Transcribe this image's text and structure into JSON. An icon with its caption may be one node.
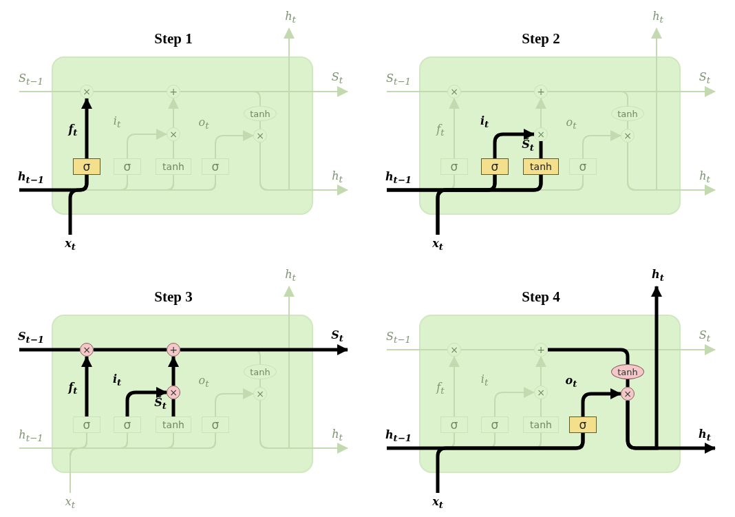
{
  "diagram": {
    "nodes": [
      {
        "text": [
          "Step 1"
        ]
      },
      {
        "text": [
          "h$_{t}$"
        ]
      },
      {
        "text": [
          "S$_{t−1}$"
        ]
      },
      {
        "text": [
          "S$_{t}$"
        ]
      },
      {
        "text": [
          "×"
        ],
        "in": 0
      },
      {
        "text": [
          "+"
        ],
        "in": 0
      },
      {
        "text": [
          "tanh"
        ],
        "in": 0
      },
      {
        "text": [
          "×"
        ],
        "in": 0
      },
      {
        "text": [
          "×"
        ],
        "in": 0
      },
      {
        "text": [
          "σ"
        ],
        "in": 0
      },
      {
        "text": [
          "σ"
        ],
        "in": 0
      },
      {
        "text": [
          "tanh"
        ],
        "in": 0
      },
      {
        "text": [
          "σ"
        ],
        "in": 0
      },
      {
        "text": [
          "h$_{t−1}$"
        ]
      },
      {
        "text": [
          "h$_{t}$"
        ]
      },
      {
        "text": [
          "x$_{t}$"
        ]
      },
      {
        "text": [
          "Step 2"
        ]
      },
      {
        "text": [
          "h$_{t}$"
        ]
      },
      {
        "text": [
          "S$_{t−1}$"
        ]
      },
      {
        "text": [
          "S$_{t}$"
        ]
      },
      {
        "text": [
          "×"
        ],
        "in": 16
      },
      {
        "text": [
          "+"
        ],
        "in": 16
      },
      {
        "text": [
          "tanh"
        ],
        "in": 16
      },
      {
        "text": [
          "×"
        ],
        "in": 16
      },
      {
        "text": [
          "×"
        ],
        "in": 16
      },
      {
        "text": [
          "σ"
        ],
        "in": 16
      },
      {
        "text": [
          "σ"
        ],
        "in": 16
      },
      {
        "text": [
          "tanh"
        ],
        "in": 16
      },
      {
        "text": [
          "σ"
        ],
        "in": 16
      },
      {
        "text": [
          "h$_{t−1}$"
        ]
      },
      {
        "text": [
          "h$_{t}$"
        ]
      },
      {
        "text": [
          "x$_{t}$"
        ]
      },
      {
        "text": [
          "Step 3"
        ]
      },
      {
        "text": [
          "h$_{t}$"
        ]
      },
      {
        "text": [
          "S$_{t−1}$"
        ]
      },
      {
        "text": [
          "S$_{t}$"
        ]
      },
      {
        "text": [
          "×"
        ],
        "in": 32
      },
      {
        "text": [
          "+"
        ],
        "in": 32
      },
      {
        "text": [
          "tanh"
        ],
        "in": 32
      },
      {
        "text": [
          "×"
        ],
        "in": 32
      },
      {
        "text": [
          "×"
        ],
        "in": 32
      },
      {
        "text": [
          "σ"
        ],
        "in": 32
      },
      {
        "text": [
          "σ"
        ],
        "in": 32
      },
      {
        "text": [
          "tanh"
        ],
        "in": 32
      },
      {
        "text": [
          "σ"
        ],
        "in": 32
      },
      {
        "text": [
          "h$_{t−1}$"
        ]
      },
      {
        "text": [
          "h$_{t}$"
        ]
      },
      {
        "text": [
          "x$_{t}$"
        ]
      },
      {
        "text": [
          "Step 4"
        ]
      },
      {
        "text": [
          "h$_{t}$"
        ]
      },
      {
        "text": [
          "S$_{t−1}$"
        ]
      },
      {
        "text": [
          "S$_{t}$"
        ]
      },
      {
        "text": [
          "×"
        ],
        "in": 48
      },
      {
        "text": [
          "+"
        ],
        "in": 48
      },
      {
        "text": [
          "tanh"
        ],
        "in": 48
      },
      {
        "text": [
          "×"
        ],
        "in": 48
      },
      {
        "text": [
          "×"
        ],
        "in": 48
      },
      {
        "text": [
          "σ"
        ],
        "in": 48
      },
      {
        "text": [
          "σ"
        ],
        "in": 48
      },
      {
        "text": [
          "tanh"
        ],
        "in": 48
      },
      {
        "text": [
          "σ"
        ],
        "in": 48
      },
      {
        "text": [
          "h$_{t−1}$"
        ]
      },
      {
        "text": [
          "h$_{t}$"
        ]
      },
      {
        "text": [
          "x$_{t}$"
        ]
      }
    ],
    "edges": [
      {
        "from": 2,
        "to": 4,
        "arrow": "none"
      },
      {
        "from": 4,
        "to": 5,
        "arrow": "none"
      },
      {
        "from": 5,
        "to": 3,
        "arrow": "to"
      },
      {
        "from": 5,
        "to": 6,
        "arrow": "none"
      },
      {
        "from": 6,
        "to": 8,
        "arrow": "none"
      },
      {
        "from": 9,
        "to": 4,
        "arrow": "to",
        "label": "f$_{t}$",
        "style": "thick",
        "color": "#000000"
      },
      {
        "from": 10,
        "to": 7,
        "arrow": "to",
        "label": "i$_{t}$"
      },
      {
        "from": 11,
        "to": 7,
        "arrow": "none"
      },
      {
        "from": 7,
        "to": 5,
        "arrow": "to"
      },
      {
        "from": 12,
        "to": 8,
        "arrow": "to",
        "label": "o$_{t}$"
      },
      {
        "from": 8,
        "to": 1,
        "arrow": "to"
      },
      {
        "from": 8,
        "to": 14,
        "arrow": "to"
      },
      {
        "from": 13,
        "to": 9,
        "arrow": "none",
        "style": "thick",
        "color": "#000000"
      },
      {
        "from": 13,
        "to": 10,
        "arrow": "none"
      },
      {
        "from": 13,
        "to": 11,
        "arrow": "none"
      },
      {
        "from": 13,
        "to": 12,
        "arrow": "none"
      },
      {
        "from": 15,
        "to": 9,
        "arrow": "none",
        "style": "thick",
        "color": "#000000"
      },
      {
        "from": 15,
        "to": 10,
        "arrow": "none"
      },
      {
        "from": 15,
        "to": 11,
        "arrow": "none"
      },
      {
        "from": 15,
        "to": 12,
        "arrow": "none"
      },
      {
        "from": 18,
        "to": 20,
        "arrow": "none"
      },
      {
        "from": 20,
        "to": 21,
        "arrow": "none"
      },
      {
        "from": 21,
        "to": 19,
        "arrow": "to"
      },
      {
        "from": 21,
        "to": 22,
        "arrow": "none"
      },
      {
        "from": 22,
        "to": 24,
        "arrow": "none"
      },
      {
        "from": 25,
        "to": 20,
        "arrow": "to",
        "label": "f$_{t}$"
      },
      {
        "from": 26,
        "to": 23,
        "arrow": "to",
        "label": "i$_{t}$",
        "style": "thick",
        "color": "#000000"
      },
      {
        "from": 27,
        "to": 23,
        "arrow": "none",
        "label": "S̃$_{t}$",
        "style": "thick",
        "color": "#000000"
      },
      {
        "from": 23,
        "to": 21,
        "arrow": "to"
      },
      {
        "from": 28,
        "to": 24,
        "arrow": "to",
        "label": "o$_{t}$"
      },
      {
        "from": 24,
        "to": 17,
        "arrow": "to"
      },
      {
        "from": 24,
        "to": 30,
        "arrow": "to"
      },
      {
        "from": 29,
        "to": 25,
        "arrow": "none"
      },
      {
        "from": 29,
        "to": 26,
        "arrow": "none",
        "style": "thick",
        "color": "#000000"
      },
      {
        "from": 29,
        "to": 27,
        "arrow": "none",
        "style": "thick",
        "color": "#000000"
      },
      {
        "from": 29,
        "to": 28,
        "arrow": "none"
      },
      {
        "from": 31,
        "to": 25,
        "arrow": "none"
      },
      {
        "from": 31,
        "to": 26,
        "arrow": "none",
        "style": "thick",
        "color": "#000000"
      },
      {
        "from": 31,
        "to": 27,
        "arrow": "none",
        "style": "thick",
        "color": "#000000"
      },
      {
        "from": 31,
        "to": 28,
        "arrow": "none"
      },
      {
        "from": 34,
        "to": 36,
        "arrow": "none",
        "style": "thick",
        "color": "#000000"
      },
      {
        "from": 36,
        "to": 37,
        "arrow": "none",
        "style": "thick",
        "color": "#000000"
      },
      {
        "from": 37,
        "to": 35,
        "arrow": "to",
        "style": "thick",
        "color": "#000000"
      },
      {
        "from": 37,
        "to": 38,
        "arrow": "none"
      },
      {
        "from": 38,
        "to": 40,
        "arrow": "none"
      },
      {
        "from": 41,
        "to": 36,
        "arrow": "to",
        "label": "f$_{t}$",
        "style": "thick",
        "color": "#000000"
      },
      {
        "from": 42,
        "to": 39,
        "arrow": "to",
        "label": "i$_{t}$",
        "style": "thick",
        "color": "#000000"
      },
      {
        "from": 43,
        "to": 39,
        "arrow": "none",
        "label": "S̃$_{t}$",
        "style": "thick",
        "color": "#000000"
      },
      {
        "from": 39,
        "to": 37,
        "arrow": "to",
        "style": "thick",
        "color": "#000000"
      },
      {
        "from": 44,
        "to": 40,
        "arrow": "to",
        "label": "o$_{t}$"
      },
      {
        "from": 40,
        "to": 33,
        "arrow": "to"
      },
      {
        "from": 40,
        "to": 46,
        "arrow": "to"
      },
      {
        "from": 45,
        "to": 41,
        "arrow": "none"
      },
      {
        "from": 45,
        "to": 42,
        "arrow": "none"
      },
      {
        "from": 45,
        "to": 43,
        "arrow": "none"
      },
      {
        "from": 45,
        "to": 44,
        "arrow": "none"
      },
      {
        "from": 47,
        "to": 41,
        "arrow": "none"
      },
      {
        "from": 47,
        "to": 42,
        "arrow": "none"
      },
      {
        "from": 47,
        "to": 43,
        "arrow": "none"
      },
      {
        "from": 47,
        "to": 44,
        "arrow": "none"
      },
      {
        "from": 50,
        "to": 52,
        "arrow": "none"
      },
      {
        "from": 52,
        "to": 53,
        "arrow": "none"
      },
      {
        "from": 53,
        "to": 51,
        "arrow": "to"
      },
      {
        "from": 53,
        "to": 54,
        "arrow": "none",
        "style": "thick",
        "color": "#000000"
      },
      {
        "from": 54,
        "to": 56,
        "arrow": "none",
        "style": "thick",
        "color": "#000000"
      },
      {
        "from": 57,
        "to": 52,
        "arrow": "to",
        "label": "f$_{t}$"
      },
      {
        "from": 58,
        "to": 55,
        "arrow": "to",
        "label": "i$_{t}$"
      },
      {
        "from": 59,
        "to": 55,
        "arrow": "none"
      },
      {
        "from": 55,
        "to": 53,
        "arrow": "to"
      },
      {
        "from": 60,
        "to": 56,
        "arrow": "to",
        "label": "o$_{t}$",
        "style": "thick",
        "color": "#000000"
      },
      {
        "from": 56,
        "to": 49,
        "arrow": "to",
        "style": "thick",
        "color": "#000000"
      },
      {
        "from": 56,
        "to": 62,
        "arrow": "to",
        "style": "thick",
        "color": "#000000"
      },
      {
        "from": 61,
        "to": 57,
        "arrow": "none"
      },
      {
        "from": 61,
        "to": 58,
        "arrow": "none"
      },
      {
        "from": 61,
        "to": 59,
        "arrow": "none"
      },
      {
        "from": 61,
        "to": 60,
        "arrow": "none",
        "style": "thick",
        "color": "#000000"
      },
      {
        "from": 63,
        "to": 57,
        "arrow": "none"
      },
      {
        "from": 63,
        "to": 58,
        "arrow": "none"
      },
      {
        "from": 63,
        "to": 59,
        "arrow": "none"
      },
      {
        "from": 63,
        "to": 60,
        "arrow": "none",
        "style": "thick",
        "color": "#000000"
      }
    ]
  }
}
